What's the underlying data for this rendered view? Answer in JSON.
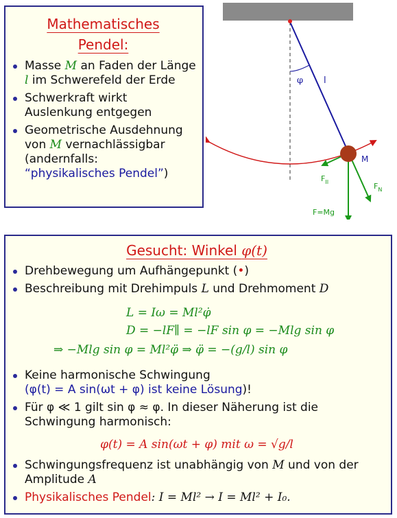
{
  "box1": {
    "title_line1": "Mathematisches",
    "title_line2": "Pendel:",
    "items": [
      {
        "a": "Masse ",
        "M": "M",
        "b": " an Faden der Länge ",
        "l": "l",
        "c": " im Schwerefeld der Erde"
      },
      {
        "text": "Schwerkraft wirkt Auslenkung entgegen"
      },
      {
        "a": "Geometrische Ausdehnung von ",
        "M": "M",
        "b": " vernachlässigbar (andernfalls:",
        "c": "“physikalisches Pendel”",
        "d": ")"
      }
    ]
  },
  "diagram": {
    "phi": "φ",
    "l": "l",
    "M": "M",
    "F_par": "F",
    "F_par_sub": "II",
    "F_N": "F",
    "F_N_sub": "N",
    "F_g": "F=Mg"
  },
  "box2": {
    "title_a": "Gesucht: Winkel ",
    "title_b": "φ(t)",
    "b1": "Drehbewegung um Aufhängepunkt (",
    "b1_dot": "•",
    "b1_end": ")",
    "b2_a": "Beschreibung mit Drehimpuls ",
    "b2_L": "L",
    "b2_b": " und Drehmoment ",
    "b2_D": "D",
    "eq1": "L = Iω = Ml²φ̇",
    "eq2": "D = −lF∥ = −lF sin φ = −Mlg sin φ",
    "eq3": "⇒ −Mlg sin φ = Ml²φ̈ ⇒ φ̈ = −(g/l) sin φ",
    "b3_a": "Keine harmonische Schwingung",
    "b3_b": "(φ(t) = A sin(ωt + φ) ist keine Lösung",
    "b3_c": ")!",
    "b4_a": "Für φ ≪ 1 gilt sin φ ≈ φ. In dieser Näherung ist die Schwingung harmonisch:",
    "eq4": "φ(t) = A sin(ωt + φ)    mit    ω = √g/l",
    "b5_a": "Schwingungsfrequenz ist unabhängig von ",
    "b5_M": "M",
    "b5_b": " und von der Amplitude ",
    "b5_A": "A",
    "b6_a": "Physikalisches Pendel",
    "b6_b": ": I = Ml² → I = Ml² + I₀."
  }
}
